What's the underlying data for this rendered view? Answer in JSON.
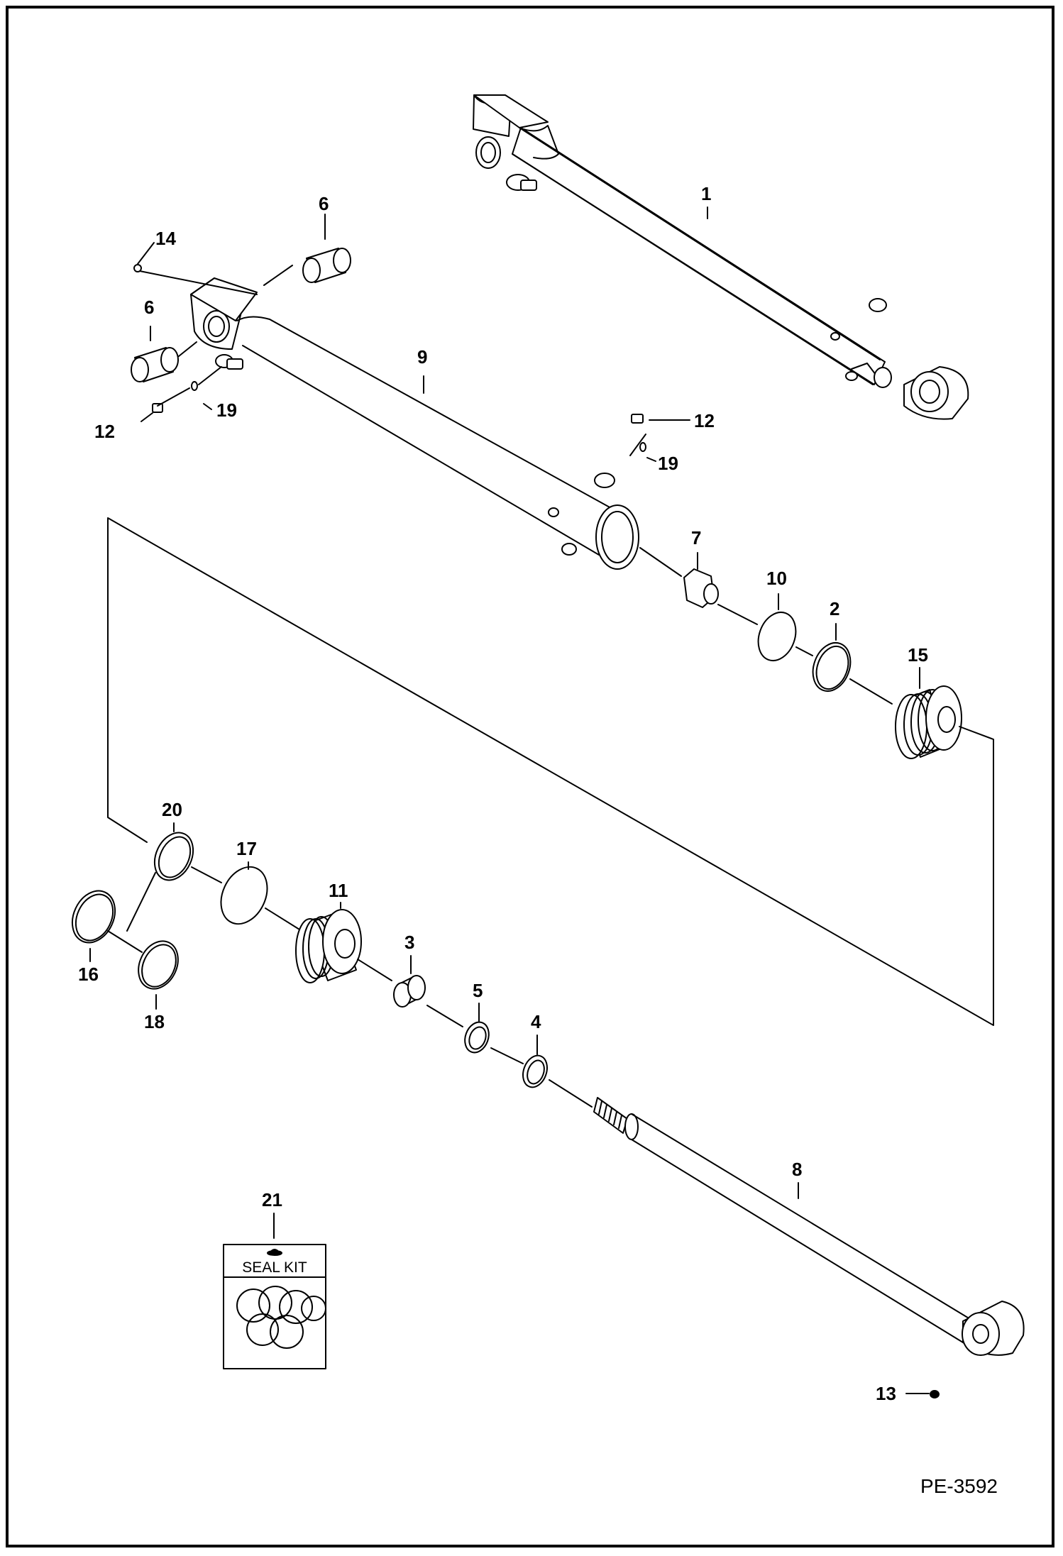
{
  "callouts": {
    "c1": "1",
    "c2": "2",
    "c3": "3",
    "c4": "4",
    "c5": "5",
    "c6a": "6",
    "c6b": "6",
    "c7": "7",
    "c8": "8",
    "c9": "9",
    "c10": "10",
    "c11": "11",
    "c12a": "12",
    "c12b": "12",
    "c13": "13",
    "c14": "14",
    "c15": "15",
    "c16": "16",
    "c17": "17",
    "c18": "18",
    "c19a": "19",
    "c19b": "19",
    "c20": "20",
    "c21": "21"
  },
  "seal_kit_label": "SEAL KIT",
  "drawing_number": "PE-3592"
}
